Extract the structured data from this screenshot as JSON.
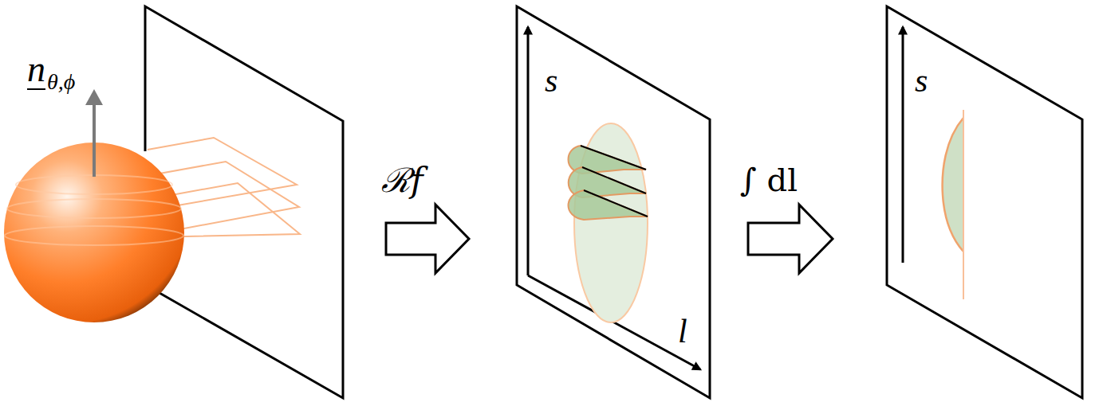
{
  "diagram": {
    "labels": [
      "n",
      "θ,ϕ",
      "ℛf",
      "s",
      "l",
      "∫ dl",
      "s"
    ]
  }
}
